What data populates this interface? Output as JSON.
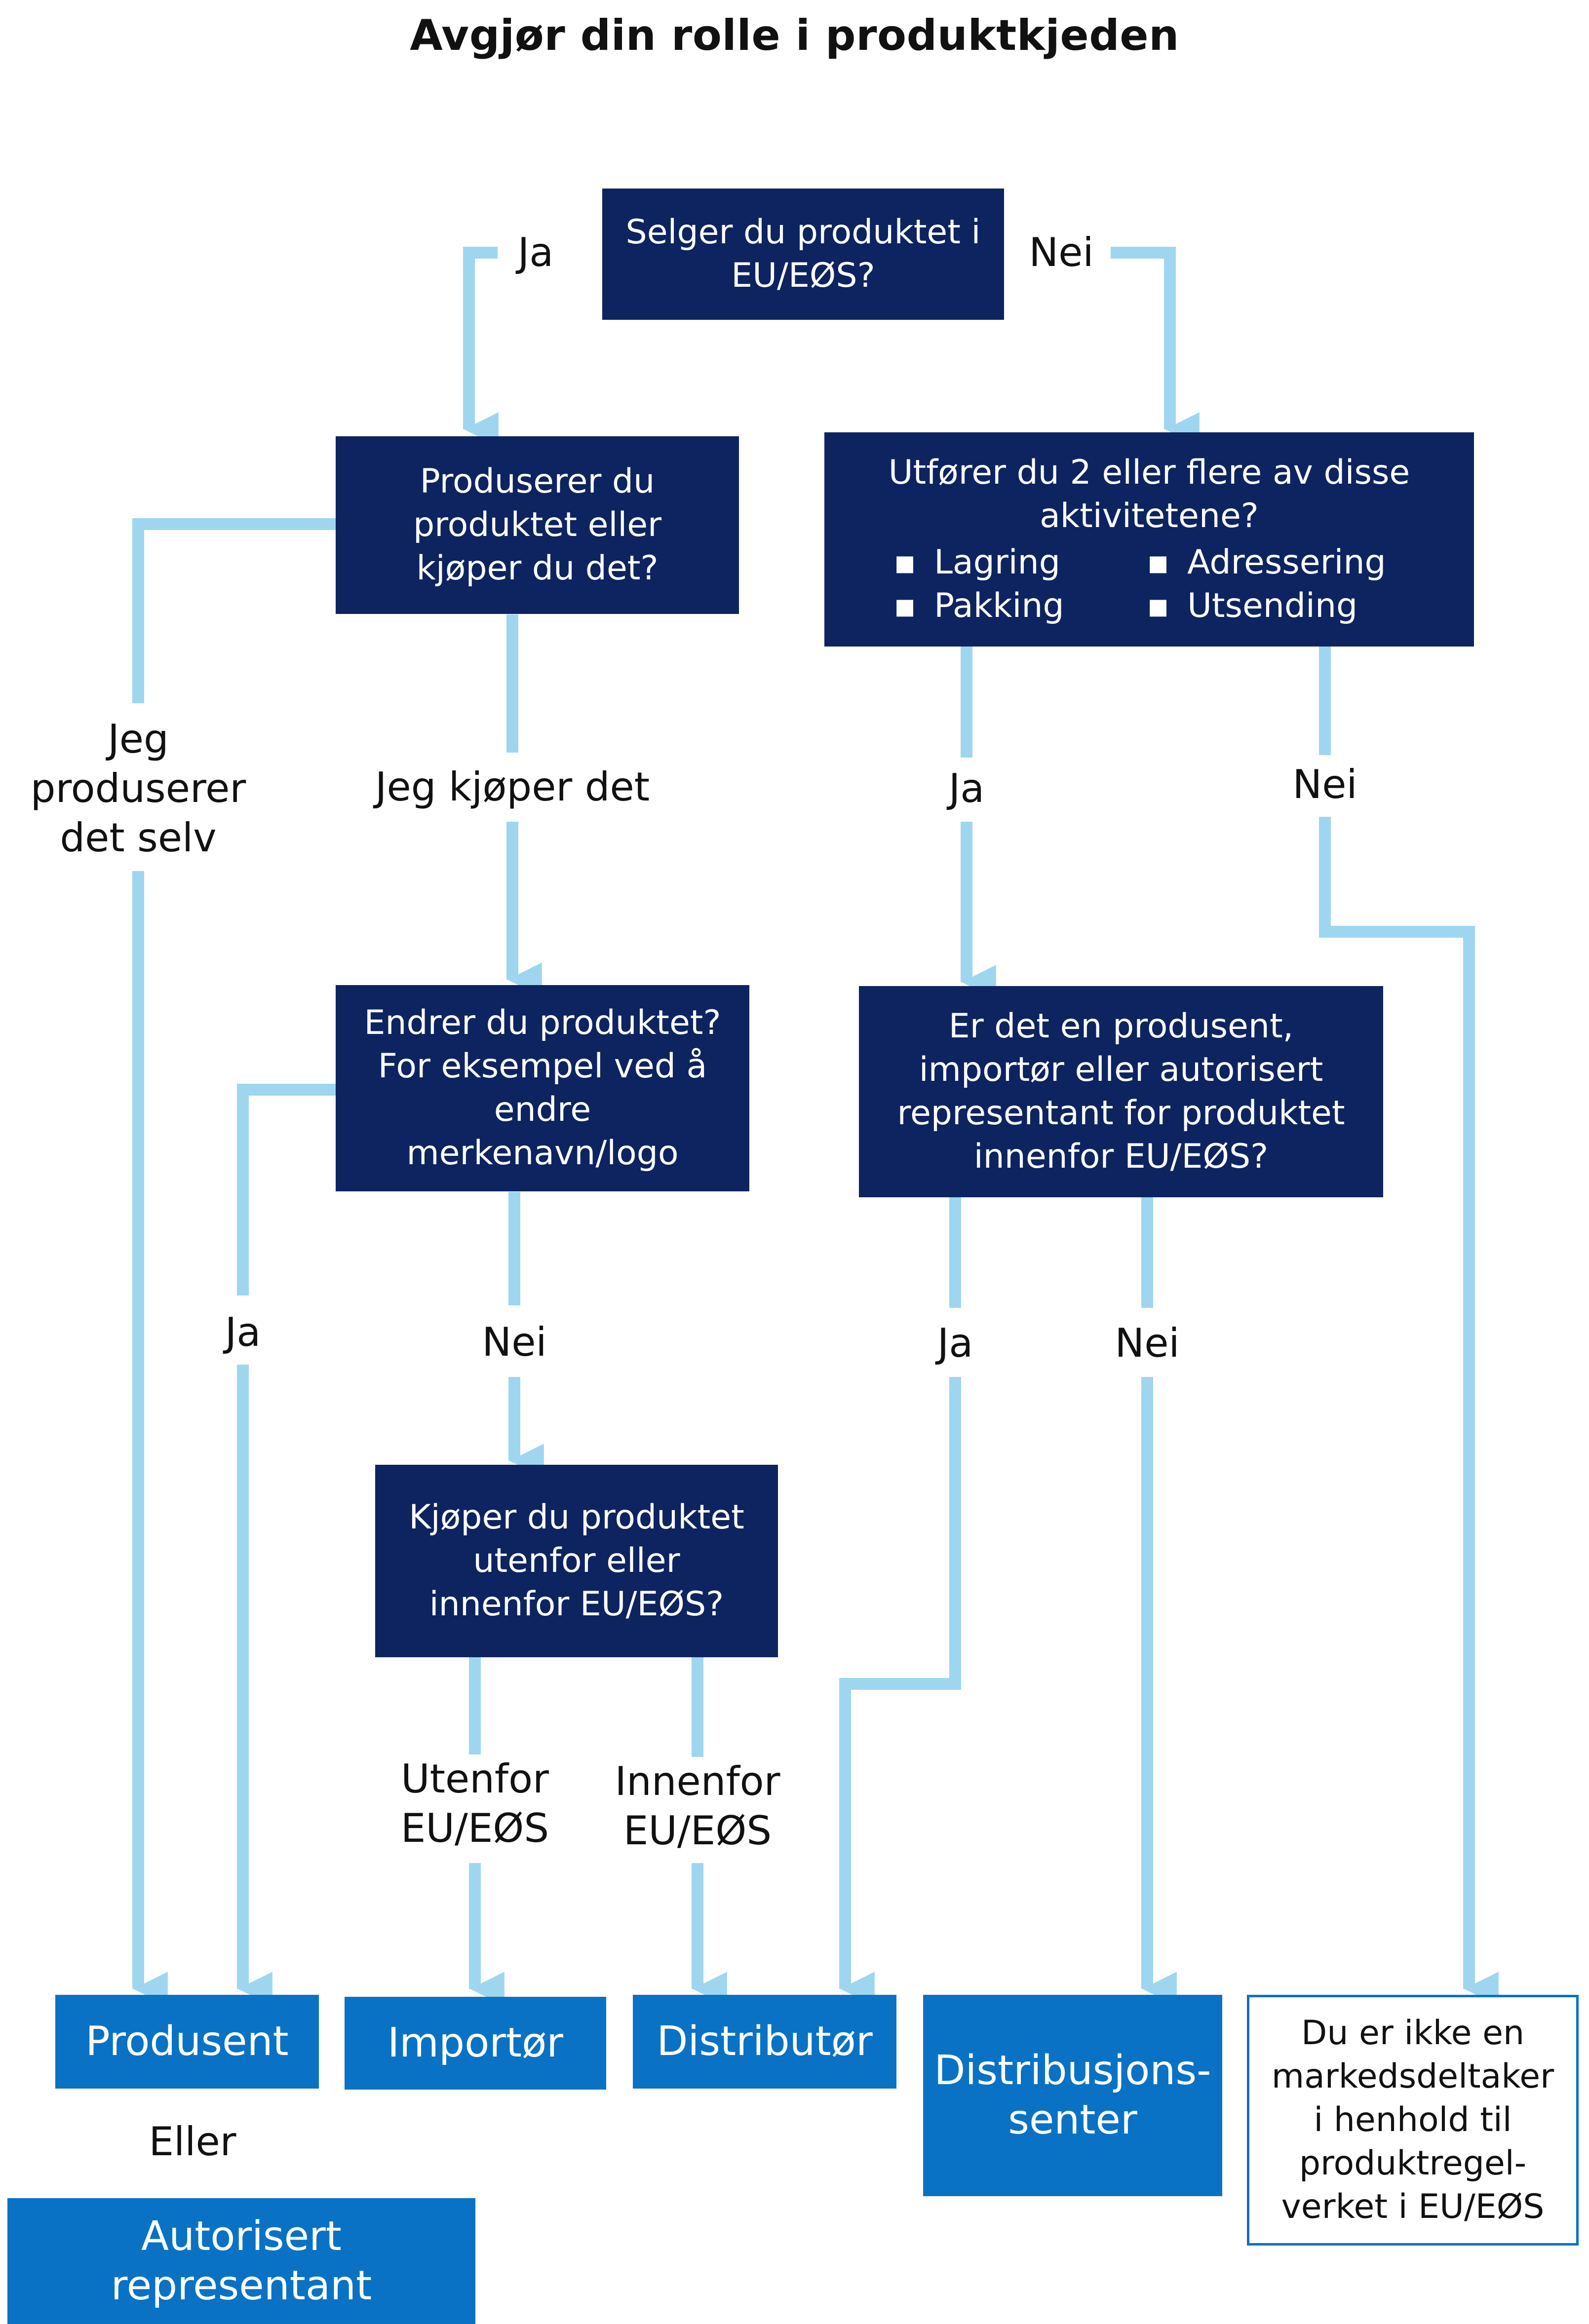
{
  "title": "Avgjør din rolle i produktkjeden",
  "colors": {
    "question": "#0d2461",
    "role": "#0a72c4",
    "arrow": "#9fd6ef"
  },
  "questions": {
    "q1": "Selger du produktet i EU/EØS?",
    "q2": "Produserer du produktet eller kjøper du det?",
    "q3": {
      "text": "Utfører du 2 eller flere av disse aktivitetene?",
      "activities": [
        "Lagring",
        "Adressering",
        "Pakking",
        "Utsending"
      ]
    },
    "q4": "Endrer du produktet? For eksempel ved å endre merkenavn/logo",
    "q5": "Er det en produsent, importør eller autorisert representant for produktet innenfor EU/EØS?",
    "q6": "Kjøper du produktet utenfor eller innenfor EU/EØS?"
  },
  "edges": {
    "q1_ja": "Ja",
    "q1_nei": "Nei",
    "q2_selv": "Jeg produserer det selv",
    "q2_kjoper": "Jeg kjøper det",
    "q3_ja": "Ja",
    "q3_nei": "Nei",
    "q4_ja": "Ja",
    "q4_nei": "Nei",
    "q5_ja": "Ja",
    "q5_nei": "Nei",
    "q6_utenfor": "Utenfor EU/EØS",
    "q6_innenfor": "Innenfor EU/EØS"
  },
  "outcomes": {
    "produsent": "Produsent",
    "eller": "Eller",
    "autorisert": "Autorisert representant",
    "importor": "Importør",
    "distributor": "Distributør",
    "distribusjonssenter": "Distribusjons-senter",
    "ikke_markedsdeltaker": "Du er ikke en markedsdeltaker i henhold til produktregel-verket i EU/EØS"
  }
}
